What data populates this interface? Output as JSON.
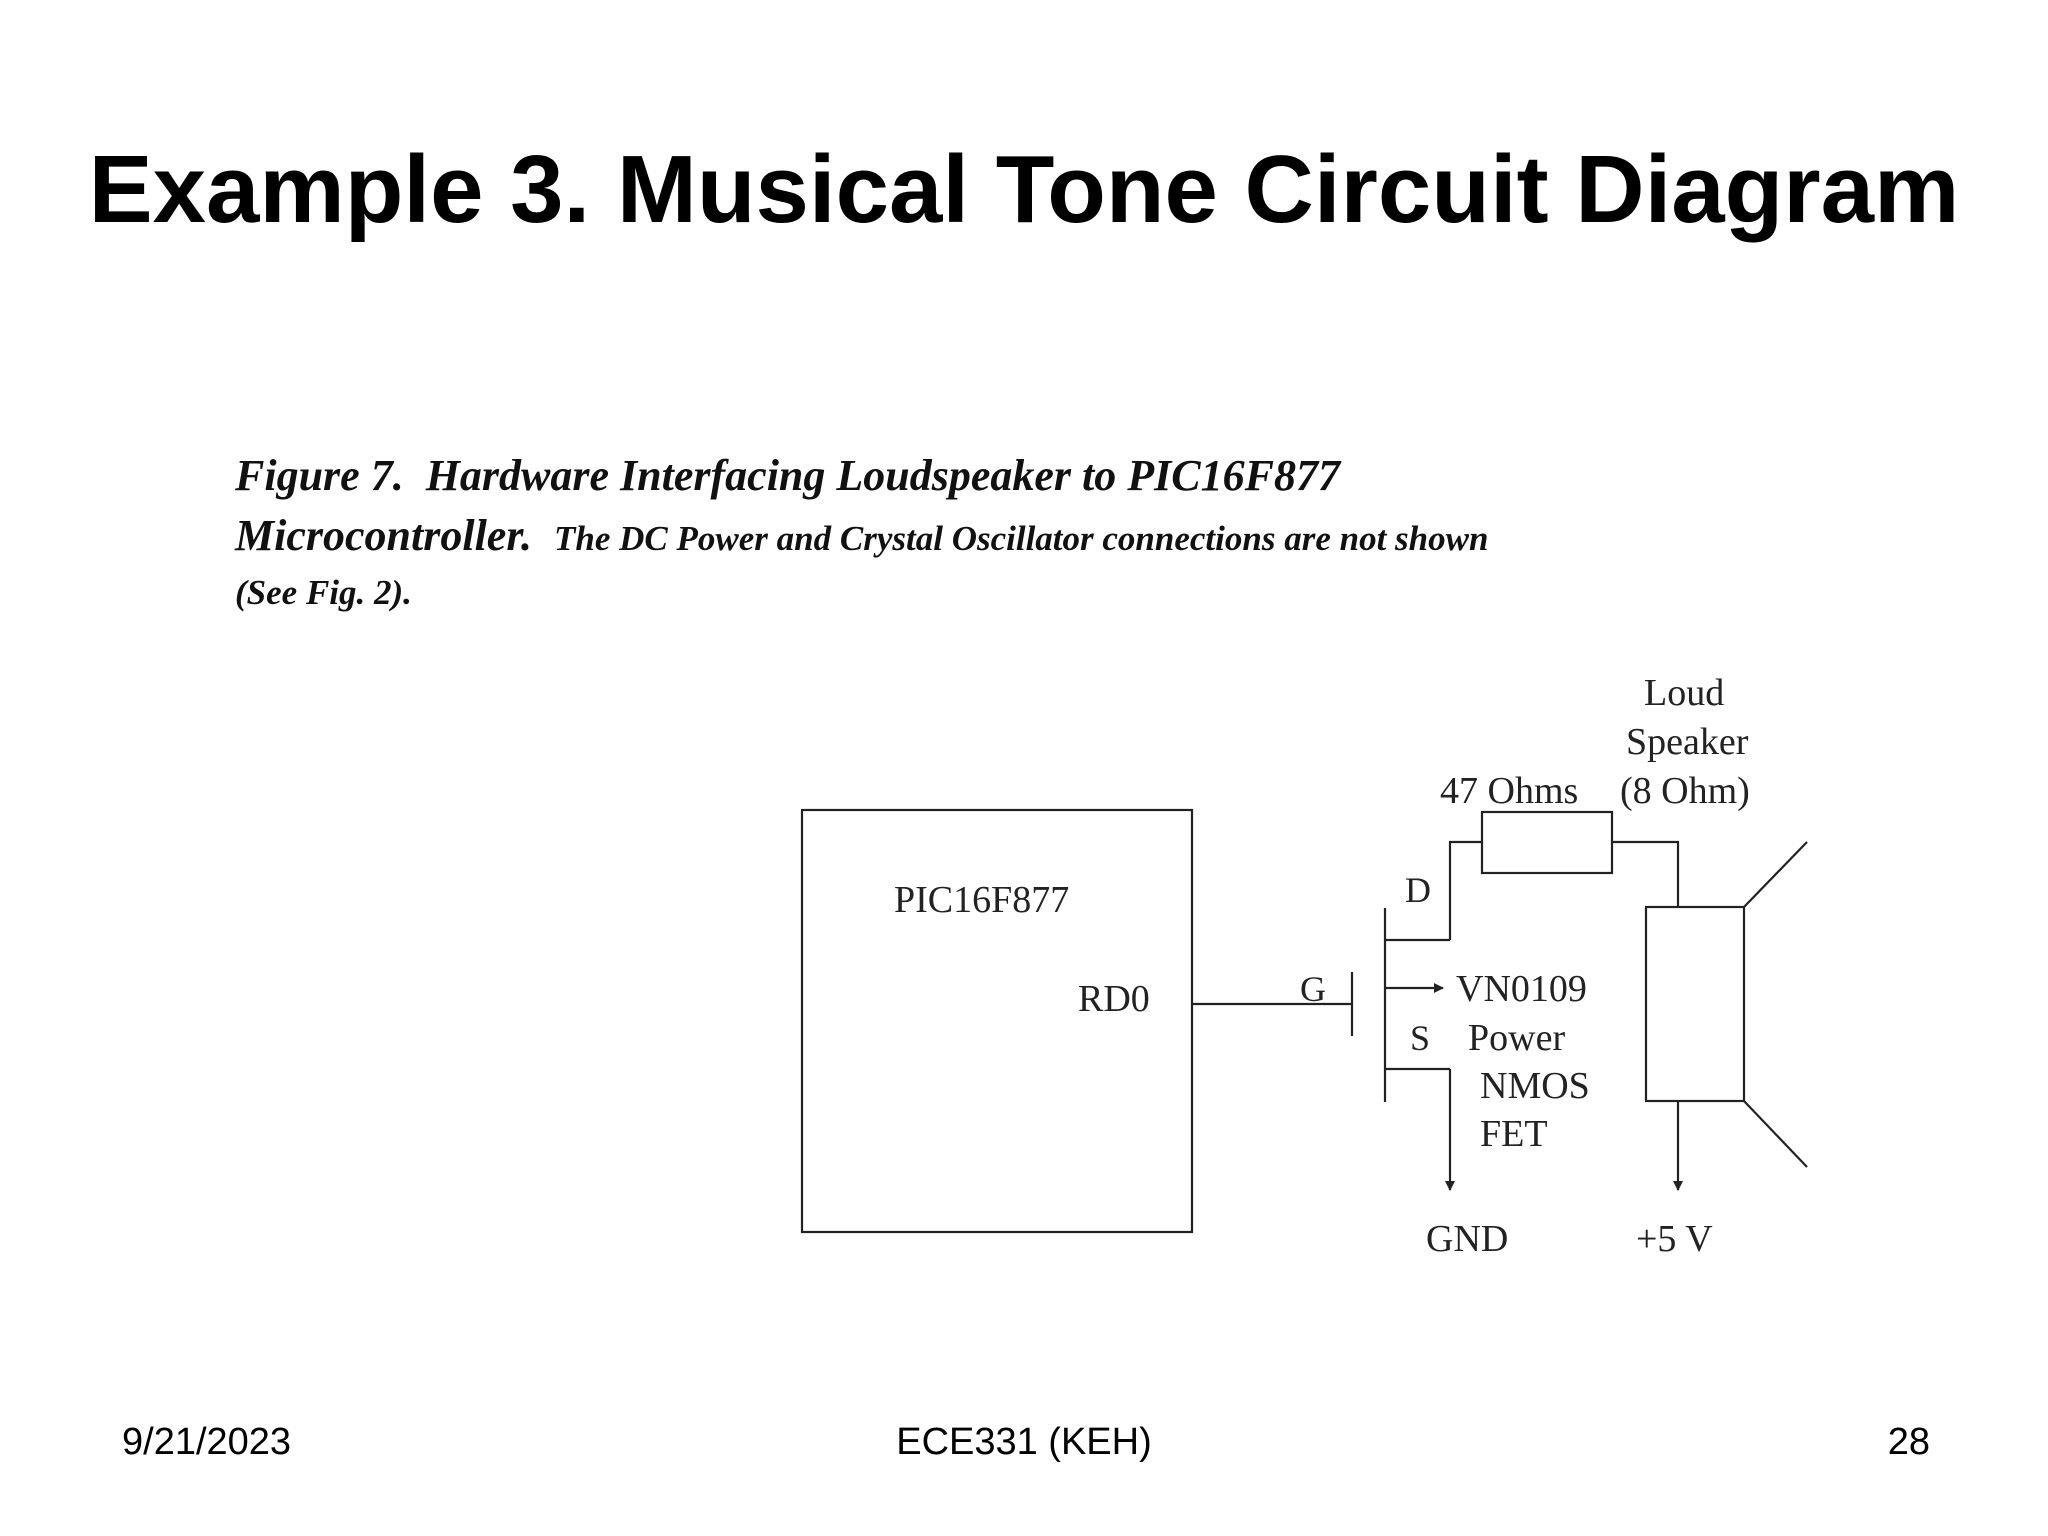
{
  "slide": {
    "title": "Example 3. Musical Tone Circuit Diagram"
  },
  "caption": {
    "figure_label": "Figure 7.",
    "figure_title": "Hardware Interfacing Loudspeaker to PIC16F877",
    "figure_title_cont": "Microcontroller.",
    "note": "The DC Power and Crystal Oscillator connections are not shown",
    "note_cont": "(See Fig. 2)."
  },
  "diagram": {
    "mcu_name": "PIC16F877",
    "mcu_pin": "RD0",
    "gate_label": "G",
    "drain_label": "D",
    "source_label": "S",
    "fet_part": "VN0109",
    "fet_desc_1": "Power",
    "fet_desc_2": "NMOS",
    "fet_desc_3": "FET",
    "resistor_label": "47 Ohms",
    "speaker_label_1": "Loud",
    "speaker_label_2": "Speaker",
    "speaker_label_3": "(8 Ohm)",
    "ground_label": "GND",
    "supply_label": "+5 V"
  },
  "footer": {
    "date": "9/21/2023",
    "course": "ECE331 (KEH)",
    "page_number": "28"
  }
}
